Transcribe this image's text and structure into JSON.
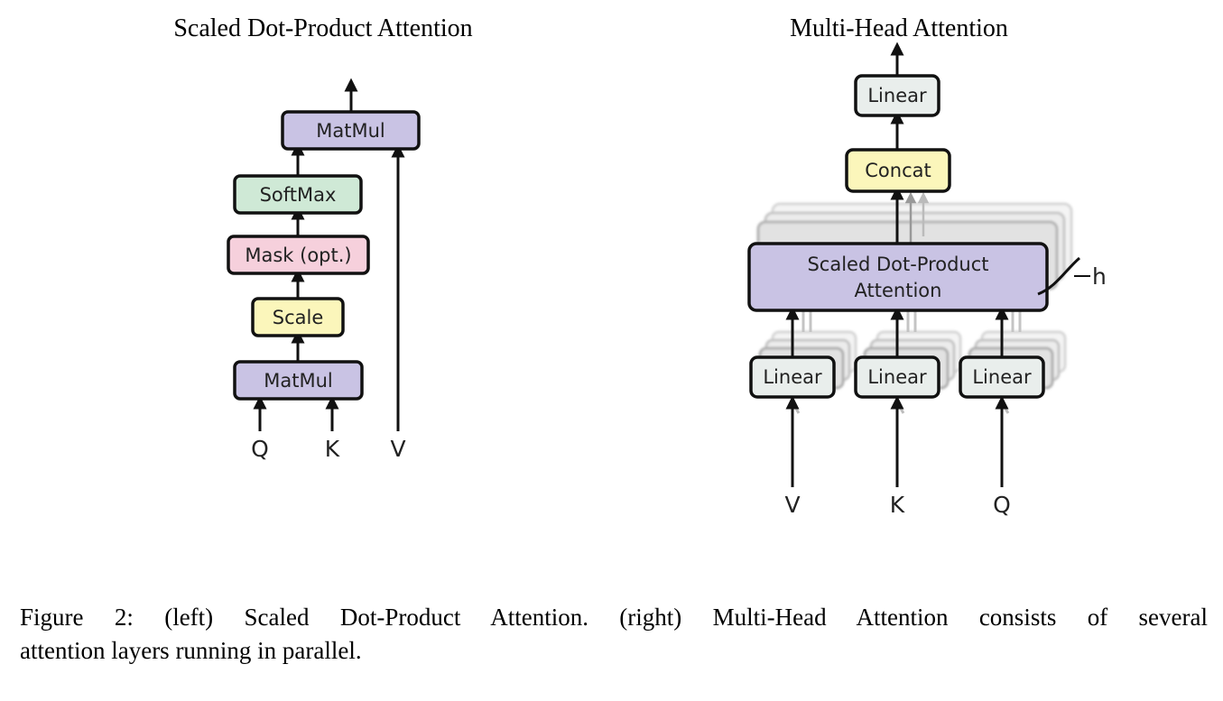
{
  "left": {
    "title": "Scaled Dot-Product Attention",
    "boxes": {
      "matmul_top": "MatMul",
      "softmax": "SoftMax",
      "mask": "Mask (opt.)",
      "scale": "Scale",
      "matmul_bottom": "MatMul"
    },
    "inputs": {
      "q": "Q",
      "k": "K",
      "v": "V"
    }
  },
  "right": {
    "title": "Multi-Head Attention",
    "boxes": {
      "linear_top": "Linear",
      "concat": "Concat",
      "attention_line1": "Scaled Dot-Product",
      "attention_line2": "Attention",
      "linear_v": "Linear",
      "linear_k": "Linear",
      "linear_q": "Linear"
    },
    "h_label": "h",
    "inputs": {
      "v": "V",
      "k": "K",
      "q": "Q"
    }
  },
  "colors": {
    "purple": "#c9c3e4",
    "green": "#cfe9d6",
    "pink": "#f6d0dc",
    "yellow": "#fbf6bb",
    "gray": "#e9eeec",
    "border": "#111111"
  },
  "caption": {
    "line1": "Figure 2: (left) Scaled Dot-Product Attention. (right) Multi-Head Attention consists of several",
    "line2": "attention layers running in parallel."
  }
}
